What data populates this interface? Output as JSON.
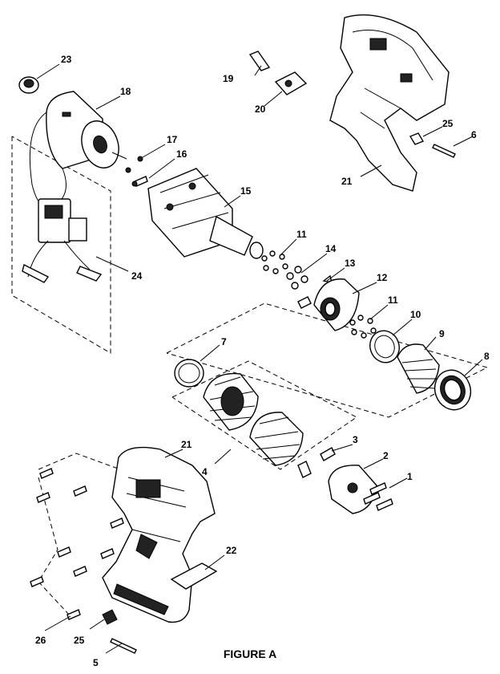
{
  "figure": {
    "title": "FIGURE A",
    "callouts": {
      "p1": "1",
      "p2": "2",
      "p3": "3",
      "p4": "4",
      "p5": "5",
      "p6": "6",
      "p7": "7",
      "p8": "8",
      "p9": "9",
      "p10": "10",
      "p11a": "11",
      "p11b": "11",
      "p12": "12",
      "p13": "13",
      "p14": "14",
      "p15": "15",
      "p16": "16",
      "p17": "17",
      "p18": "18",
      "p19": "19",
      "p20": "20",
      "p21a": "21",
      "p21b": "21",
      "p22": "22",
      "p23": "23",
      "p24": "24",
      "p25a": "25",
      "p25b": "25",
      "p26": "26"
    }
  }
}
